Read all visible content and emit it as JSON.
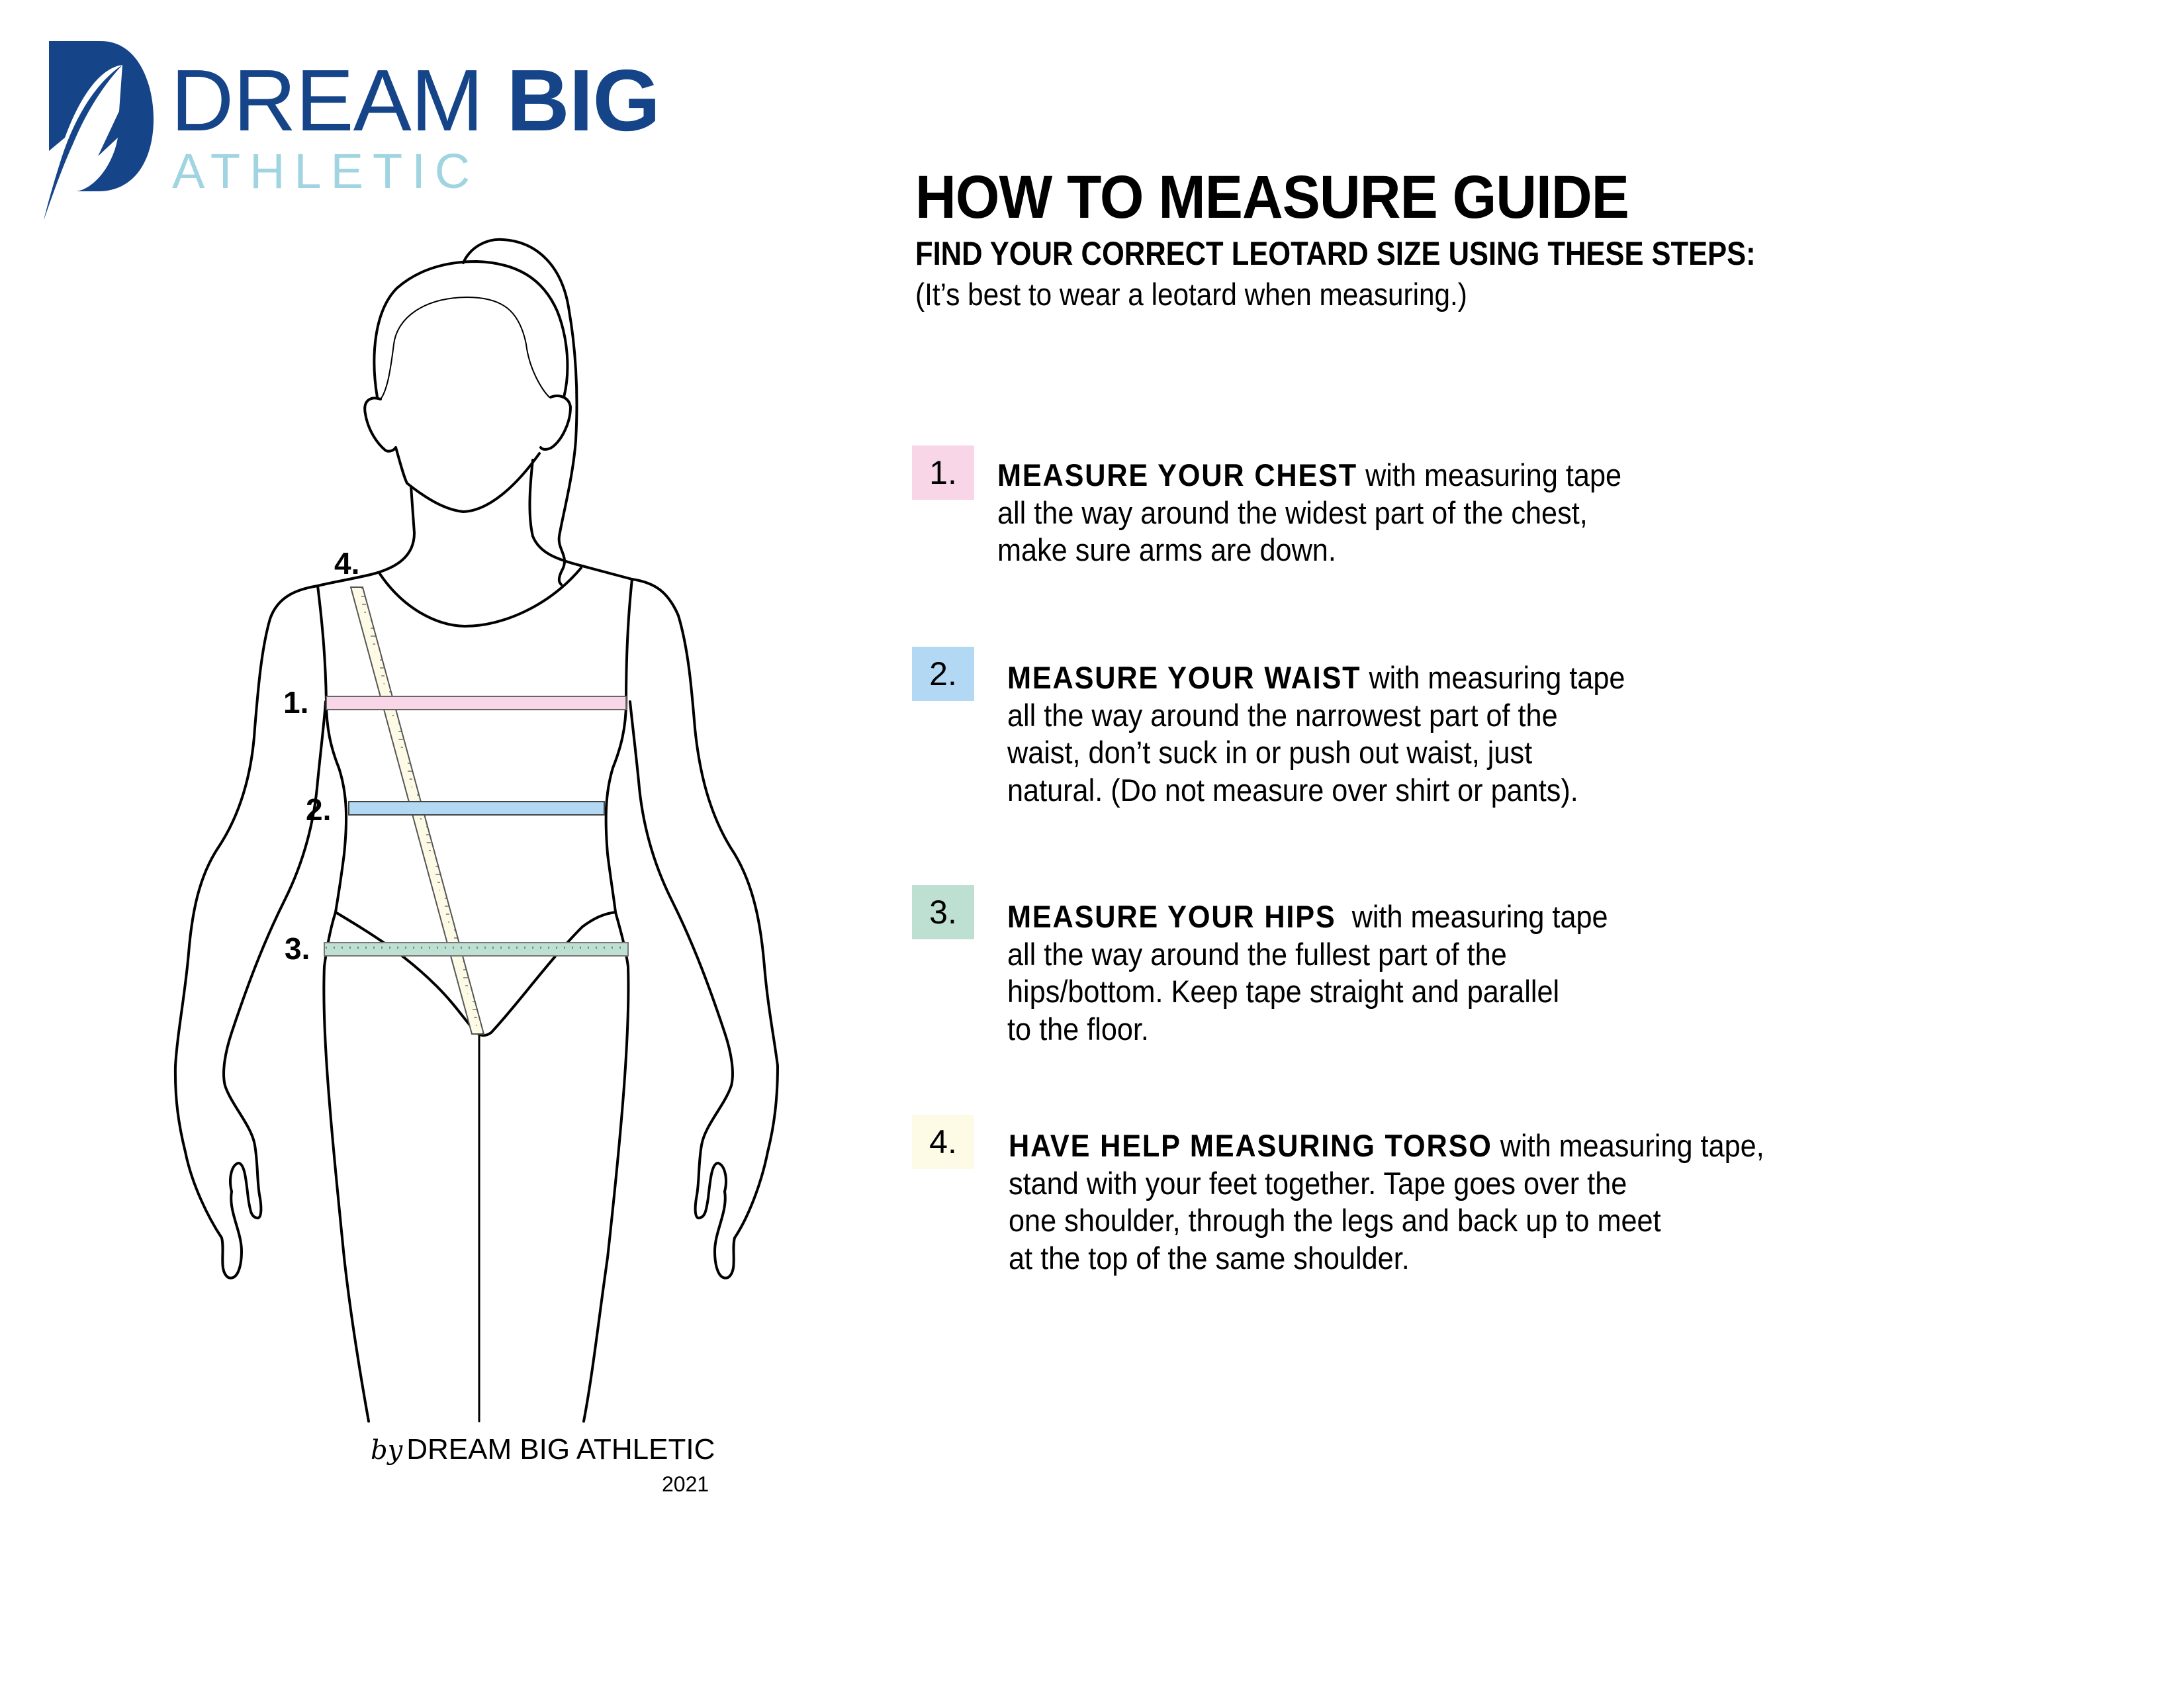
{
  "logo": {
    "word1_light": "DREAM",
    "word1_bold": "BIG",
    "word2": "ATHLETIC",
    "icon": "feather-d-logo-icon",
    "colors": {
      "primary": "#154489",
      "secondary": "#9fd4e0"
    }
  },
  "header": {
    "title": "HOW TO MEASURE GUIDE",
    "subtitle": "FIND YOUR CORRECT LEOTARD SIZE USING THESE STEPS:",
    "note": "(It’s best to wear a leotard when measuring.)"
  },
  "steps": [
    {
      "number": "1.",
      "color": "#f9d6e7",
      "lead": "MEASURE YOUR CHEST",
      "lines": [
        " with measuring tape",
        "all the way around the widest part of the chest,",
        "make sure arms are down."
      ]
    },
    {
      "number": "2.",
      "color": "#b3d8f3",
      "lead": "MEASURE YOUR WAIST",
      "lines": [
        " with measuring tape",
        "all the way around the narrowest part of the",
        "waist, don’t suck in or push out waist, just",
        "natural. (Do not measure over shirt or pants)."
      ]
    },
    {
      "number": "3.",
      "color": "#bde0d3",
      "lead": "MEASURE YOUR HIPS",
      "lines": [
        "  with measuring tape",
        "all the way around the fullest part of the",
        "hips/bottom. Keep tape straight and parallel",
        "to the floor."
      ]
    },
    {
      "number": "4.",
      "color": "#fdfae6",
      "lead": "HAVE HELP MEASURING TORSO",
      "lines": [
        " with measuring tape,",
        "stand with your feet together. Tape goes over the",
        "one shoulder, through the legs and back up to meet",
        "at the top of the same shoulder."
      ]
    }
  ],
  "figure": {
    "labels": {
      "chest": "1.",
      "waist": "2.",
      "hips": "3.",
      "torso": "4."
    },
    "tape_colors": {
      "chest": "#f9d6e7",
      "waist": "#b3d8f3",
      "hips": "#bde0d3",
      "torso": "#fdfae6"
    }
  },
  "credit": {
    "by": "by",
    "name": "DREAM BIG ATHLETIC",
    "year": "2021"
  }
}
